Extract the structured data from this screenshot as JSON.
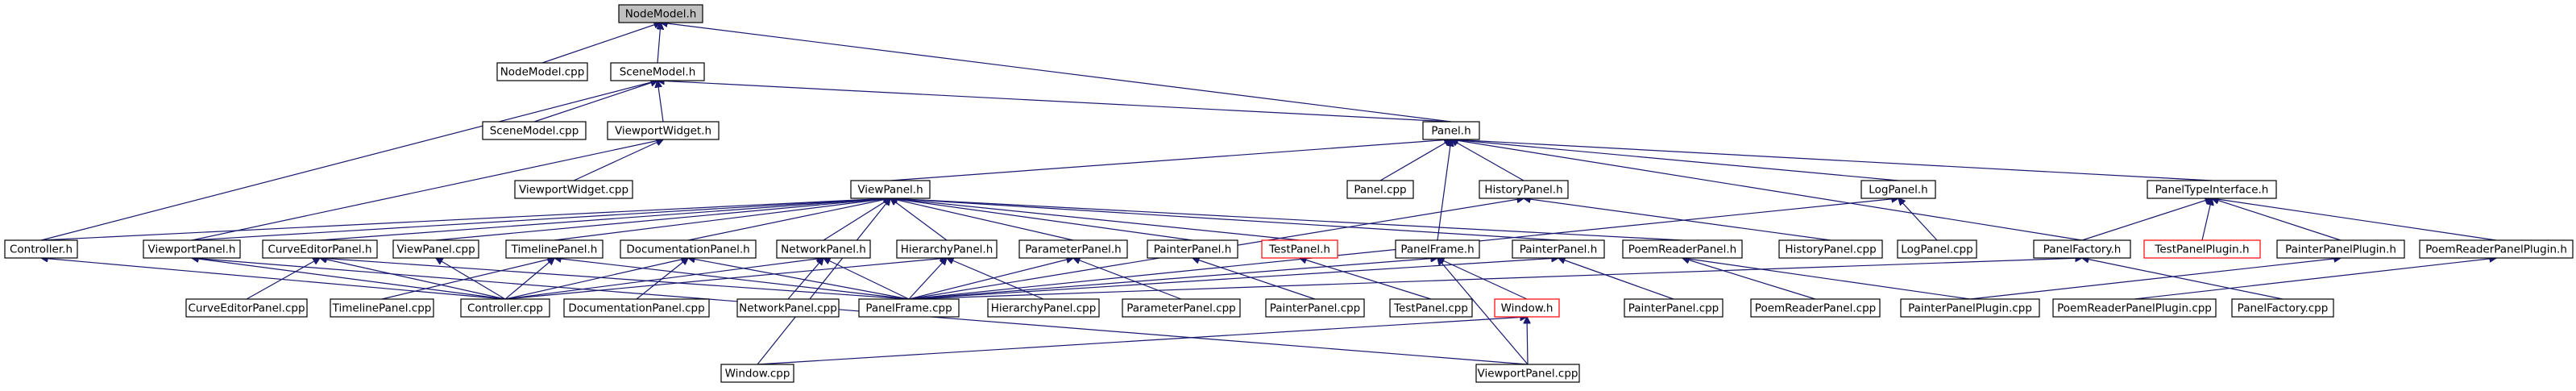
{
  "colors": {
    "edge": "#191970",
    "border_default": "#000000",
    "border_undocumented": "#ff0000",
    "fill_default": "#ffffff",
    "fill_root": "#bfbfbf"
  },
  "nodes": [
    {
      "id": "NodeModel_h",
      "label": "NodeModel.h",
      "style": "root"
    },
    {
      "id": "NodeModel_cpp",
      "label": "NodeModel.cpp",
      "style": "normal"
    },
    {
      "id": "SceneModel_h",
      "label": "SceneModel.h",
      "style": "normal"
    },
    {
      "id": "SceneModel_cpp",
      "label": "SceneModel.cpp",
      "style": "normal"
    },
    {
      "id": "ViewportWidget_h",
      "label": "ViewportWidget.h",
      "style": "normal"
    },
    {
      "id": "ViewportWidget_cpp",
      "label": "ViewportWidget.cpp",
      "style": "normal"
    },
    {
      "id": "Panel_h",
      "label": "Panel.h",
      "style": "normal"
    },
    {
      "id": "Panel_cpp",
      "label": "Panel.cpp",
      "style": "normal"
    },
    {
      "id": "ViewPanel_h",
      "label": "ViewPanel.h",
      "style": "normal"
    },
    {
      "id": "HistoryPanel_h",
      "label": "HistoryPanel.h",
      "style": "normal"
    },
    {
      "id": "LogPanel_h",
      "label": "LogPanel.h",
      "style": "normal"
    },
    {
      "id": "PanelTypeInterface_h",
      "label": "PanelTypeInterface.h",
      "style": "normal"
    },
    {
      "id": "Controller_h",
      "label": "Controller.h",
      "style": "normal"
    },
    {
      "id": "ViewportPanel_h",
      "label": "ViewportPanel.h",
      "style": "normal"
    },
    {
      "id": "CurveEditorPanel_h",
      "label": "CurveEditorPanel.h",
      "style": "normal"
    },
    {
      "id": "ViewPanel_cpp",
      "label": "ViewPanel.cpp",
      "style": "normal"
    },
    {
      "id": "TimelinePanel_h",
      "label": "TimelinePanel.h",
      "style": "normal"
    },
    {
      "id": "DocumentationPanel_h",
      "label": "DocumentationPanel.h",
      "style": "normal"
    },
    {
      "id": "NetworkPanel_h",
      "label": "NetworkPanel.h",
      "style": "normal"
    },
    {
      "id": "HierarchyPanel_h",
      "label": "HierarchyPanel.h",
      "style": "normal"
    },
    {
      "id": "ParameterPanel_h",
      "label": "ParameterPanel.h",
      "style": "normal"
    },
    {
      "id": "PainterPanel_h_1",
      "label": "PainterPanel.h",
      "style": "normal"
    },
    {
      "id": "TestPanel_h",
      "label": "TestPanel.h",
      "style": "undocumented"
    },
    {
      "id": "PanelFrame_h",
      "label": "PanelFrame.h",
      "style": "normal"
    },
    {
      "id": "PainterPanel_h_2",
      "label": "PainterPanel.h",
      "style": "normal"
    },
    {
      "id": "PoemReaderPanel_h",
      "label": "PoemReaderPanel.h",
      "style": "normal"
    },
    {
      "id": "HistoryPanel_cpp",
      "label": "HistoryPanel.cpp",
      "style": "normal"
    },
    {
      "id": "LogPanel_cpp",
      "label": "LogPanel.cpp",
      "style": "normal"
    },
    {
      "id": "PanelFactory_h",
      "label": "PanelFactory.h",
      "style": "normal"
    },
    {
      "id": "TestPanelPlugin_h",
      "label": "TestPanelPlugin.h",
      "style": "undocumented"
    },
    {
      "id": "PainterPanelPlugin_h",
      "label": "PainterPanelPlugin.h",
      "style": "normal"
    },
    {
      "id": "PoemReaderPanelPlugin_h",
      "label": "PoemReaderPanelPlugin.h",
      "style": "normal"
    },
    {
      "id": "CurveEditorPanel_cpp",
      "label": "CurveEditorPanel.cpp",
      "style": "normal"
    },
    {
      "id": "TimelinePanel_cpp",
      "label": "TimelinePanel.cpp",
      "style": "normal"
    },
    {
      "id": "Controller_cpp",
      "label": "Controller.cpp",
      "style": "normal"
    },
    {
      "id": "DocumentationPanel_cpp",
      "label": "DocumentationPanel.cpp",
      "style": "normal"
    },
    {
      "id": "NetworkPanel_cpp",
      "label": "NetworkPanel.cpp",
      "style": "normal"
    },
    {
      "id": "PanelFrame_cpp",
      "label": "PanelFrame.cpp",
      "style": "normal"
    },
    {
      "id": "HierarchyPanel_cpp",
      "label": "HierarchyPanel.cpp",
      "style": "normal"
    },
    {
      "id": "ParameterPanel_cpp",
      "label": "ParameterPanel.cpp",
      "style": "normal"
    },
    {
      "id": "PainterPanel_cpp_1",
      "label": "PainterPanel.cpp",
      "style": "normal"
    },
    {
      "id": "TestPanel_cpp",
      "label": "TestPanel.cpp",
      "style": "normal"
    },
    {
      "id": "Window_h",
      "label": "Window.h",
      "style": "undocumented"
    },
    {
      "id": "PainterPanel_cpp_2",
      "label": "PainterPanel.cpp",
      "style": "normal"
    },
    {
      "id": "PoemReaderPanel_cpp",
      "label": "PoemReaderPanel.cpp",
      "style": "normal"
    },
    {
      "id": "PainterPanelPlugin_cpp",
      "label": "PainterPanelPlugin.cpp",
      "style": "normal"
    },
    {
      "id": "PoemReaderPanelPlugin_cpp",
      "label": "PoemReaderPanelPlugin.cpp",
      "style": "normal"
    },
    {
      "id": "PanelFactory_cpp",
      "label": "PanelFactory.cpp",
      "style": "normal"
    },
    {
      "id": "Window_cpp",
      "label": "Window.cpp",
      "style": "normal"
    },
    {
      "id": "ViewportPanel_cpp",
      "label": "ViewportPanel.cpp",
      "style": "normal"
    }
  ],
  "edges": [
    [
      "NodeModel_cpp",
      "NodeModel_h"
    ],
    [
      "SceneModel_h",
      "NodeModel_h"
    ],
    [
      "Panel_h",
      "NodeModel_h"
    ],
    [
      "SceneModel_cpp",
      "SceneModel_h"
    ],
    [
      "ViewportWidget_h",
      "SceneModel_h"
    ],
    [
      "Panel_h",
      "SceneModel_h"
    ],
    [
      "Controller_h",
      "SceneModel_h"
    ],
    [
      "ViewportWidget_cpp",
      "ViewportWidget_h"
    ],
    [
      "ViewportPanel_h",
      "ViewportWidget_h"
    ],
    [
      "Panel_cpp",
      "Panel_h"
    ],
    [
      "ViewPanel_h",
      "Panel_h"
    ],
    [
      "HistoryPanel_h",
      "Panel_h"
    ],
    [
      "LogPanel_h",
      "Panel_h"
    ],
    [
      "PanelTypeInterface_h",
      "Panel_h"
    ],
    [
      "PanelFrame_h",
      "Panel_h"
    ],
    [
      "PanelFactory_h",
      "Panel_h"
    ],
    [
      "Controller_h",
      "ViewPanel_h"
    ],
    [
      "ViewportPanel_h",
      "ViewPanel_h"
    ],
    [
      "CurveEditorPanel_h",
      "ViewPanel_h"
    ],
    [
      "ViewPanel_cpp",
      "ViewPanel_h"
    ],
    [
      "TimelinePanel_h",
      "ViewPanel_h"
    ],
    [
      "DocumentationPanel_h",
      "ViewPanel_h"
    ],
    [
      "NetworkPanel_h",
      "ViewPanel_h"
    ],
    [
      "HierarchyPanel_h",
      "ViewPanel_h"
    ],
    [
      "ParameterPanel_h",
      "ViewPanel_h"
    ],
    [
      "PainterPanel_h_1",
      "ViewPanel_h"
    ],
    [
      "TestPanel_h",
      "ViewPanel_h"
    ],
    [
      "PainterPanel_h_2",
      "ViewPanel_h"
    ],
    [
      "PoemReaderPanel_h",
      "ViewPanel_h"
    ],
    [
      "Window_cpp",
      "ViewPanel_h"
    ],
    [
      "HistoryPanel_cpp",
      "HistoryPanel_h"
    ],
    [
      "PanelFrame_cpp",
      "HistoryPanel_h"
    ],
    [
      "LogPanel_cpp",
      "LogPanel_h"
    ],
    [
      "PanelFrame_cpp",
      "LogPanel_h"
    ],
    [
      "PanelFactory_h",
      "PanelTypeInterface_h"
    ],
    [
      "TestPanelPlugin_h",
      "PanelTypeInterface_h"
    ],
    [
      "PainterPanelPlugin_h",
      "PanelTypeInterface_h"
    ],
    [
      "PoemReaderPanelPlugin_h",
      "PanelTypeInterface_h"
    ],
    [
      "Controller_cpp",
      "Controller_h"
    ],
    [
      "Controller_cpp",
      "ViewportPanel_h"
    ],
    [
      "ViewportPanel_cpp",
      "ViewportPanel_h"
    ],
    [
      "CurveEditorPanel_cpp",
      "CurveEditorPanel_h"
    ],
    [
      "Controller_cpp",
      "CurveEditorPanel_h"
    ],
    [
      "PanelFrame_cpp",
      "CurveEditorPanel_h"
    ],
    [
      "TimelinePanel_cpp",
      "TimelinePanel_h"
    ],
    [
      "Controller_cpp",
      "TimelinePanel_h"
    ],
    [
      "PanelFrame_cpp",
      "TimelinePanel_h"
    ],
    [
      "DocumentationPanel_cpp",
      "DocumentationPanel_h"
    ],
    [
      "Controller_cpp",
      "DocumentationPanel_h"
    ],
    [
      "PanelFrame_cpp",
      "DocumentationPanel_h"
    ],
    [
      "NetworkPanel_cpp",
      "NetworkPanel_h"
    ],
    [
      "Controller_cpp",
      "NetworkPanel_h"
    ],
    [
      "PanelFrame_cpp",
      "NetworkPanel_h"
    ],
    [
      "HierarchyPanel_cpp",
      "HierarchyPanel_h"
    ],
    [
      "Controller_cpp",
      "HierarchyPanel_h"
    ],
    [
      "PanelFrame_cpp",
      "HierarchyPanel_h"
    ],
    [
      "ParameterPanel_cpp",
      "ParameterPanel_h"
    ],
    [
      "PanelFrame_cpp",
      "ParameterPanel_h"
    ],
    [
      "PainterPanel_cpp_1",
      "PainterPanel_h_1"
    ],
    [
      "TestPanel_cpp",
      "TestPanel_h"
    ],
    [
      "PanelFrame_cpp",
      "PanelFrame_h"
    ],
    [
      "Window_h",
      "PanelFrame_h"
    ],
    [
      "ViewportPanel_cpp",
      "PanelFrame_h"
    ],
    [
      "PainterPanel_cpp_2",
      "PainterPanel_h_2"
    ],
    [
      "PanelFrame_cpp",
      "PainterPanel_h_2"
    ],
    [
      "PoemReaderPanel_cpp",
      "PoemReaderPanel_h"
    ],
    [
      "PainterPanelPlugin_cpp",
      "PoemReaderPanel_h"
    ],
    [
      "PanelFrame_cpp",
      "PanelFactory_h"
    ],
    [
      "PanelFactory_cpp",
      "PanelFactory_h"
    ],
    [
      "PainterPanelPlugin_cpp",
      "PainterPanelPlugin_h"
    ],
    [
      "PoemReaderPanelPlugin_cpp",
      "PoemReaderPanelPlugin_h"
    ],
    [
      "Window_cpp",
      "Window_h"
    ],
    [
      "ViewportPanel_cpp",
      "Window_h"
    ],
    [
      "Controller_cpp",
      "ViewPanel_cpp"
    ]
  ]
}
